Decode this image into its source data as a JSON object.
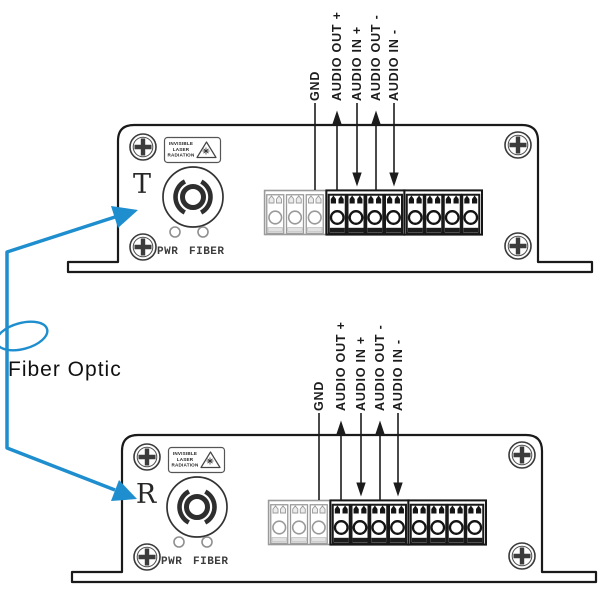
{
  "diagram": {
    "title_label": "Fiber Optic",
    "fiber_color": "#1e8ece"
  },
  "devices": [
    {
      "role": "top-unit",
      "marking": "T",
      "warning": {
        "lines": [
          "INVISIBLE",
          "LASER",
          "RADIATION"
        ]
      },
      "indicators": {
        "pwr": "PWR",
        "fiber": "FIBER"
      },
      "signals": [
        {
          "label": "GND",
          "direction": "none"
        },
        {
          "label": "AUDIO OUT +",
          "direction": "out"
        },
        {
          "label": "AUDIO IN +",
          "direction": "in"
        },
        {
          "label": "AUDIO OUT -",
          "direction": "out"
        },
        {
          "label": "AUDIO IN -",
          "direction": "in"
        }
      ],
      "terminal_groups": [
        {
          "positions": 3
        },
        {
          "positions": 4
        },
        {
          "positions": 4
        }
      ]
    },
    {
      "role": "bottom-unit",
      "marking": "R",
      "warning": {
        "lines": [
          "INVISIBLE",
          "LASER",
          "RADIATION"
        ]
      },
      "indicators": {
        "pwr": "PWR",
        "fiber": "FIBER"
      },
      "signals": [
        {
          "label": "GND",
          "direction": "none"
        },
        {
          "label": "AUDIO OUT +",
          "direction": "out"
        },
        {
          "label": "AUDIO IN +",
          "direction": "in"
        },
        {
          "label": "AUDIO OUT -",
          "direction": "out"
        },
        {
          "label": "AUDIO IN -",
          "direction": "in"
        }
      ],
      "terminal_groups": [
        {
          "positions": 3
        },
        {
          "positions": 4
        },
        {
          "positions": 4
        }
      ]
    }
  ]
}
